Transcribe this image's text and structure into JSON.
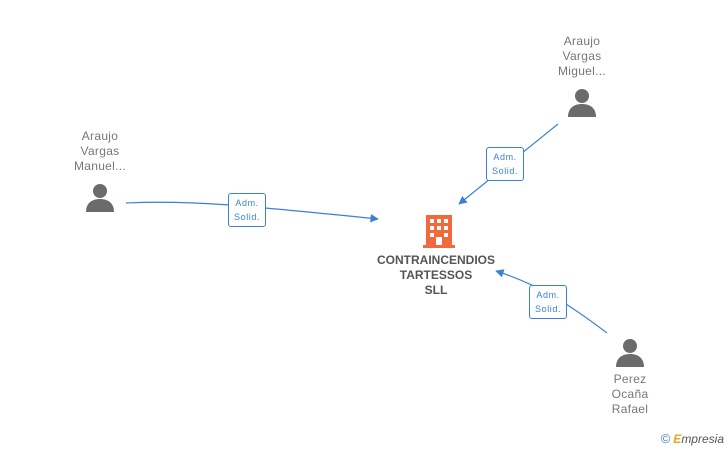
{
  "company": {
    "lines": [
      "CONTRAINCENDIOS",
      "TARTESSOS",
      "SLL"
    ]
  },
  "persons": [
    {
      "lines": [
        "Araujo",
        "Vargas",
        "Manuel..."
      ]
    },
    {
      "lines": [
        "Araujo",
        "Vargas",
        "Miguel..."
      ]
    },
    {
      "lines": [
        "Perez",
        "Ocaña",
        "Rafael"
      ]
    }
  ],
  "edges": [
    {
      "label": [
        "Adm.",
        "Solid."
      ]
    },
    {
      "label": [
        "Adm.",
        "Solid."
      ]
    },
    {
      "label": [
        "Adm.",
        "Solid."
      ]
    }
  ],
  "footer": {
    "copyright": "©",
    "brand_first": "E",
    "brand_rest": "mpresia"
  },
  "colors": {
    "edge": "#3a7fd8",
    "company_icon": "#f26a3b",
    "person_icon": "#6b6b6b"
  }
}
